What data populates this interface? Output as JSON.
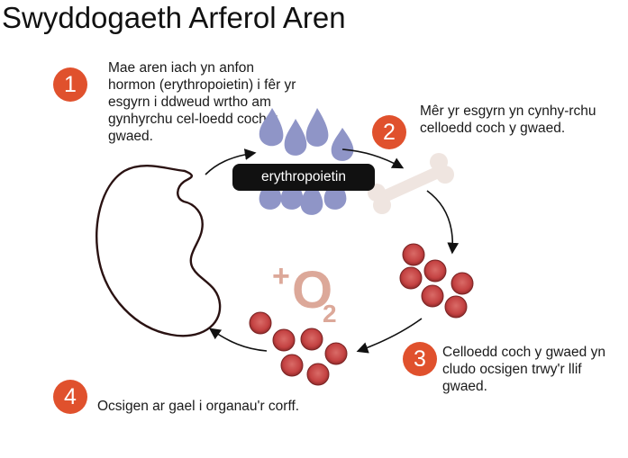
{
  "title": "Swyddogaeth Arferol Aren",
  "steps": [
    {
      "number": "1",
      "text": "Mae aren iach yn anfon hormon (erythropoietin) i fêr yr esgyrn i ddweud wrtho am gynhyrchu cel-loedd coch y gwaed."
    },
    {
      "number": "2",
      "text": "Mêr yr esgyrn yn cynhy-rchu celloedd coch y gwaed."
    },
    {
      "number": "3",
      "text": "Celloedd coch y gwaed yn cludo ocsigen trwy'r llif gwaed."
    },
    {
      "number": "4",
      "text": "Ocsigen ar gael i organau'r corff."
    }
  ],
  "hormone_label": "erythropoietin",
  "oxygen": {
    "plus": "+",
    "symbol": "O",
    "subscript": "2"
  },
  "colors": {
    "badge": "#e0512d",
    "hormone_drops": "#8f95c7",
    "blood_cell": "#c94a4a",
    "blood_cell_edge": "#7a2424",
    "bone": "#efe5e0",
    "oxygen_text": "#dca899",
    "kidney_outline": "#2a1212"
  },
  "icons": [
    "kidney-icon",
    "hormone-drops-icon",
    "bone-icon",
    "blood-cell-icon"
  ]
}
